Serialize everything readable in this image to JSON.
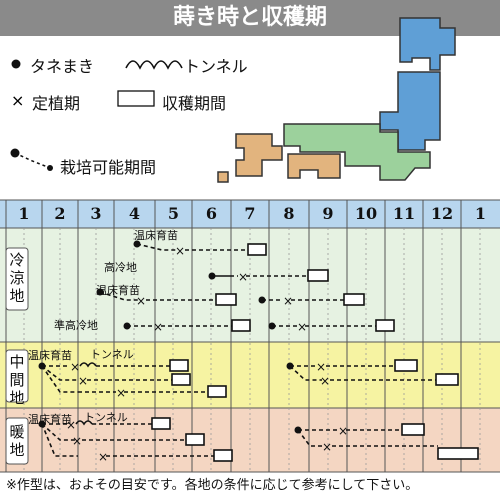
{
  "title": "蒔き時と収穫期",
  "legend": {
    "sowing": "タネまき",
    "tunnel": "トンネル",
    "planting": "定植期",
    "harvest": "収穫期間",
    "cultivable": "栽培可能期間"
  },
  "months": [
    "1",
    "2",
    "3",
    "4",
    "5",
    "6",
    "7",
    "8",
    "9",
    "10",
    "11",
    "12",
    "1"
  ],
  "regions": {
    "cold": "冷涼地",
    "middle": "中間地",
    "warm": "暖地"
  },
  "labels": {
    "hotbed_cold_1": "温床育苗",
    "highland": "高冷地",
    "hotbed_cold_2": "温床育苗",
    "semi_highland": "準高冷地",
    "hotbed_mid": "温床育苗",
    "tunnel_mid": "トンネル",
    "hotbed_warm": "温床育苗",
    "tunnel_warm": "トンネル"
  },
  "note": "※作型は、およその目安です。各地の条件に応じて参考にして下さい。",
  "colors": {
    "header_bar": "#8a8a8a",
    "month_row": "#b8d6ee",
    "cold_band": "#e6f2e2",
    "middle_band": "#f6f3a2",
    "warm_band": "#f4d6c2",
    "map_blue": "#5f9fd6",
    "map_green": "#9cd19c",
    "map_orange": "#e2b47e"
  }
}
